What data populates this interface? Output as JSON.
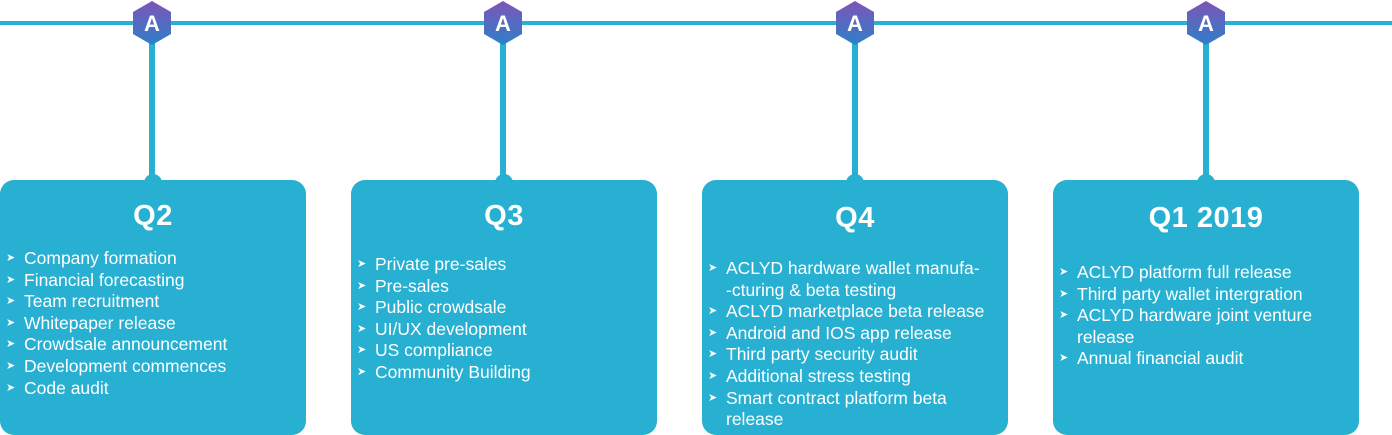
{
  "badge_letter": "A",
  "colors": {
    "accent": "#27b0d1",
    "badge_top": "#7d55b6",
    "badge_bottom": "#2f7fc8",
    "text": "#ffffff"
  },
  "bullet_glyph": "➤",
  "stages": [
    {
      "title": "Q2",
      "items": [
        [
          "Company formation"
        ],
        [
          "Financial forecasting"
        ],
        [
          "Team recruitment"
        ],
        [
          "Whitepaper release"
        ],
        [
          "Crowdsale announcement"
        ],
        [
          "Development commences"
        ],
        [
          "Code audit"
        ]
      ]
    },
    {
      "title": "Q3",
      "items": [
        [
          "Private pre-sales"
        ],
        [
          "Pre-sales"
        ],
        [
          "Public crowdsale"
        ],
        [
          "UI/UX development"
        ],
        [
          "US compliance"
        ],
        [
          "Community Building"
        ]
      ]
    },
    {
      "title": "Q4",
      "items": [
        [
          "ACLYD hardware wallet manufa-",
          "-cturing & beta testing"
        ],
        [
          "ACLYD marketplace beta release"
        ],
        [
          "Android and IOS app release"
        ],
        [
          "Third party security audit"
        ],
        [
          "Additional stress testing"
        ],
        [
          "Smart contract platform beta",
          "release"
        ]
      ]
    },
    {
      "title": "Q1 2019",
      "items": [
        [
          "ACLYD platform full release"
        ],
        [
          "Third party wallet intergration"
        ],
        [
          "ACLYD hardware joint venture",
          "release"
        ],
        [
          "Annual financial audit"
        ]
      ]
    }
  ]
}
